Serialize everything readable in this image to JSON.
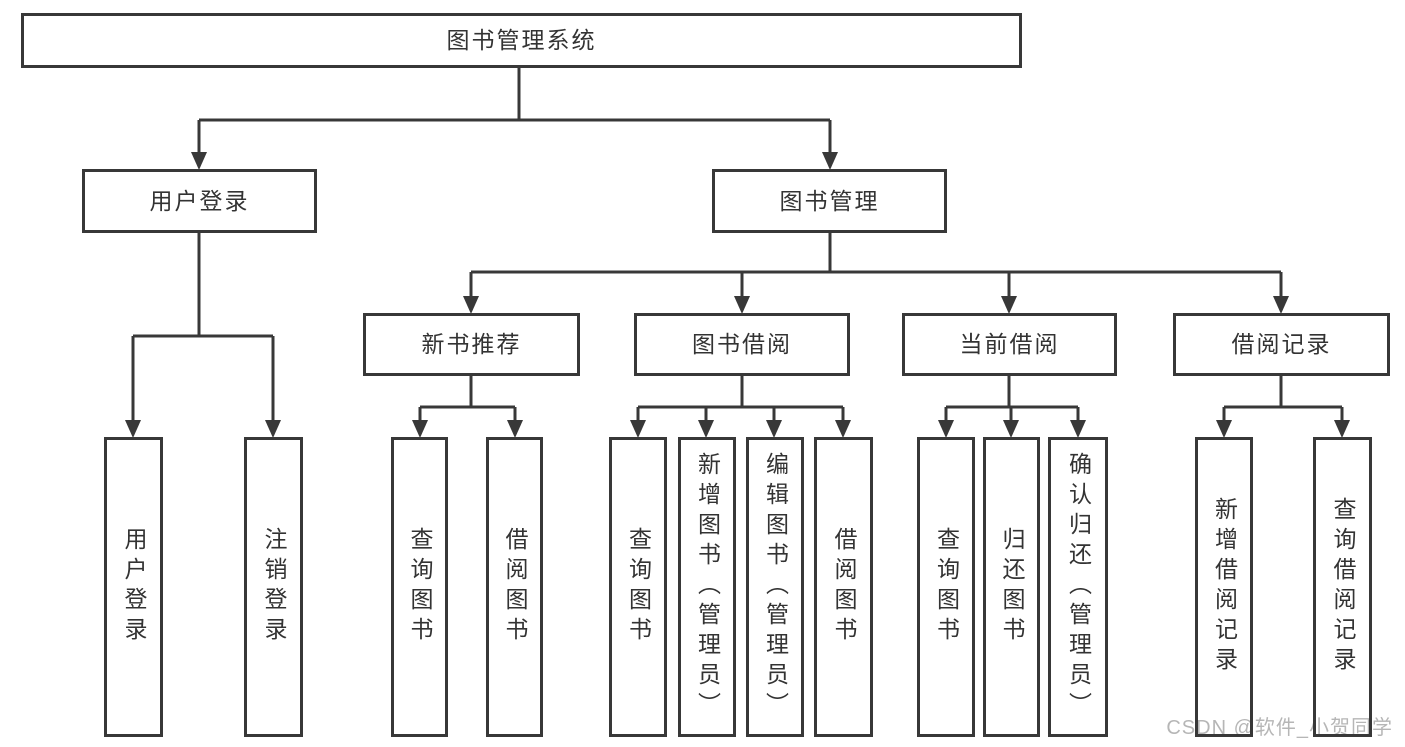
{
  "diagram": {
    "root": {
      "label": "图书管理系统"
    },
    "userLogin": {
      "label": "用户登录",
      "children": {
        "login": {
          "label": "用户登录"
        },
        "logout": {
          "label": "注销登录"
        }
      }
    },
    "bookMgmt": {
      "label": "图书管理",
      "children": {
        "newBookRec": {
          "label": "新书推荐",
          "children": {
            "query": {
              "label": "查询图书"
            },
            "borrow": {
              "label": "借阅图书"
            }
          }
        },
        "bookBorrow": {
          "label": "图书借阅",
          "children": {
            "query": {
              "label": "查询图书"
            },
            "add": {
              "label": "新增图书（管理员）"
            },
            "edit": {
              "label": "编辑图书（管理员）"
            },
            "borrow": {
              "label": "借阅图书"
            }
          }
        },
        "currentBorrow": {
          "label": "当前借阅",
          "children": {
            "query": {
              "label": "查询图书"
            },
            "return": {
              "label": "归还图书"
            },
            "confirm": {
              "label": "确认归还（管理员）"
            }
          }
        },
        "borrowRecord": {
          "label": "借阅记录",
          "children": {
            "add": {
              "label": "新增借阅记录"
            },
            "query": {
              "label": "查询借阅记录"
            }
          }
        }
      }
    }
  },
  "watermark": {
    "text": "CSDN @软件_小贺同学"
  },
  "colors": {
    "line": "#383838",
    "text": "#333333",
    "watermark": "#b6b6b6",
    "background": "#ffffff"
  }
}
